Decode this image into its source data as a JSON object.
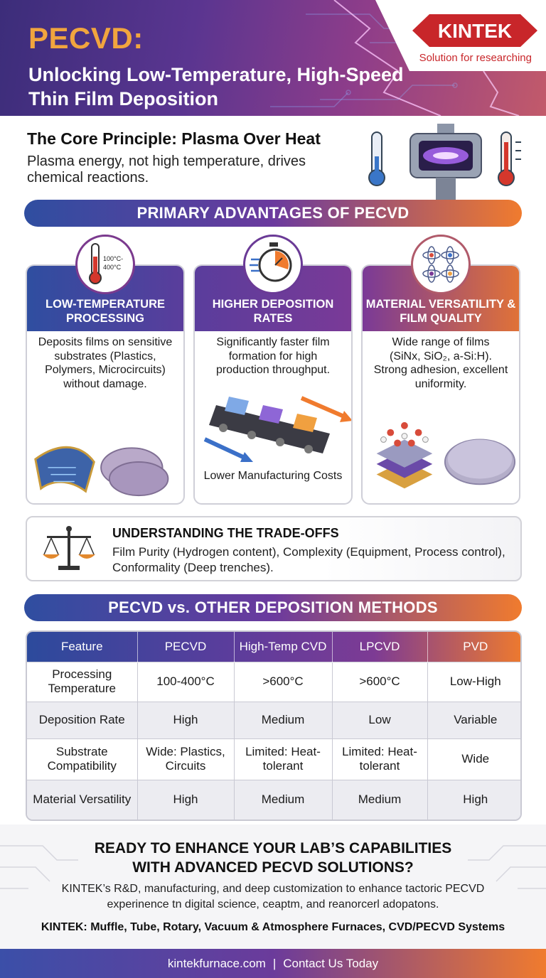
{
  "header": {
    "title": "PECVD:",
    "subtitle": "Unlocking Low-Temperature, High-Speed Thin Film Deposition",
    "logo_text": "KINTEK",
    "logo_tagline": "Solution for researching"
  },
  "core": {
    "title": "The Core Principle: Plasma Over Heat",
    "text": "Plasma energy, not high temperature, drives chemical reactions."
  },
  "advantages": {
    "banner": "PRIMARY ADVANTAGES OF PECVD",
    "cards": [
      {
        "title": "LOW-TEMPERATURE PROCESSING",
        "icon_label_1": "100°C-",
        "icon_label_2": "400°C",
        "text": "Deposits films on sensitive substrates (Plastics, Polymers, Microcircuits) without damage.",
        "icon": "thermometer-icon"
      },
      {
        "title": "HIGHER DEPOSITION RATES",
        "text": "Significantly faster film formation for high production throughput.",
        "footer": "Lower Manufacturing Costs",
        "icon": "stopwatch-icon"
      },
      {
        "title": "MATERIAL VERSATILITY & FILM QUALITY",
        "text_1": "Wide range of films",
        "text_2": "(SiNx, SiO₂, a-Si:H).",
        "text_3": "Strong adhesion, excellent uniformity.",
        "icon": "atoms-icon"
      }
    ]
  },
  "tradeoffs": {
    "title": "UNDERSTANDING THE TRADE-OFFS",
    "text": "Film Purity (Hydrogen content), Complexity (Equipment, Process control), Conformality (Deep trenches).",
    "icon": "scales-icon"
  },
  "comparison": {
    "banner": "PECVD vs. OTHER DEPOSITION METHODS",
    "headers": [
      "Feature",
      "PECVD",
      "High-Temp CVD",
      "LPCVD",
      "PVD"
    ],
    "rows": [
      [
        "Processing Temperature",
        "100-400°C",
        ">600°C",
        ">600°C",
        "Low-High"
      ],
      [
        "Deposition Rate",
        "High",
        "Medium",
        "Low",
        "Variable"
      ],
      [
        "Substrate Compatibility",
        "Wide: Plastics, Circuits",
        "Limited: Heat-tolerant",
        "Limited: Heat-tolerant",
        "Wide"
      ],
      [
        "Material Versatility",
        "High",
        "Medium",
        "Medium",
        "High"
      ]
    ]
  },
  "cta": {
    "title_1": "READY TO ENHANCE YOUR LAB’S CAPABILITIES",
    "title_2": "WITH ADVANCED PECVD SOLUTIONS?",
    "text": "KINTEK’s R&D, manufacturing, and deep customization to enhance tactoric PECVD experinence tn digital science, ceaptm, and reanorcerl adopatons.",
    "products": "KINTEK: Muffle, Tube, Rotary, Vacuum & Atmosphere Furnaces, CVD/PECVD Systems"
  },
  "footer": {
    "website": "kintekfurnace.com",
    "separator": "|",
    "contact": "Contact Us Today"
  },
  "colors": {
    "accent_orange": "#f07b2e",
    "accent_purple": "#6b3a9e",
    "accent_blue": "#2f4ea0",
    "title_gold": "#f1a53e",
    "brand_red": "#c8262a"
  }
}
